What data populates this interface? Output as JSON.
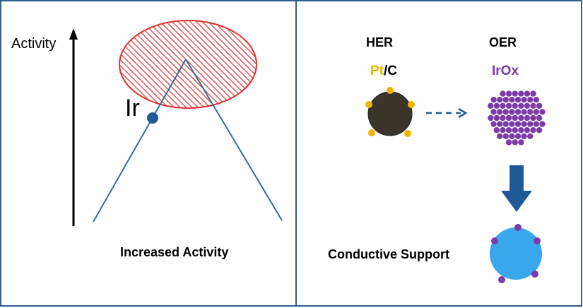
{
  "left": {
    "y_axis_label": "Activity",
    "ir_label": "Ir",
    "caption": "Increased Activity"
  },
  "right": {
    "her_label": "HER",
    "pt_label": "Pt",
    "c_label": "/C",
    "oer_label": "OER",
    "irox_label": "IrOx",
    "support_label": "Conductive Support"
  },
  "colors": {
    "border": "#2f5f8f",
    "line": "#2e6da4",
    "hatch": "#e03030",
    "ir_dot": "#1f5a96",
    "pt": "#f2b400",
    "irox": "#7b3aa5",
    "carbon": "#3a342b",
    "support": "#3aa7ec",
    "arrow": "#1f5a96"
  }
}
